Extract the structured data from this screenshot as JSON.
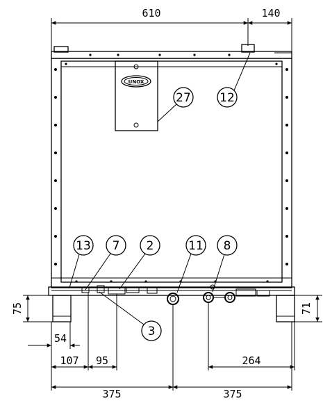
{
  "dimensions": {
    "top_width": "610",
    "top_offset": "140",
    "left_height": "75",
    "right_height": "71",
    "foot_offset": "54",
    "left_offset": "107",
    "pipe_offset": "95",
    "right_offset": "264",
    "half_left": "375",
    "half_right": "375"
  },
  "callouts": {
    "c27": "27",
    "c12": "12",
    "c13": "13",
    "c7": "7",
    "c2": "2",
    "c11": "11",
    "c8": "8",
    "c3": "3"
  },
  "logo": "UNOX"
}
